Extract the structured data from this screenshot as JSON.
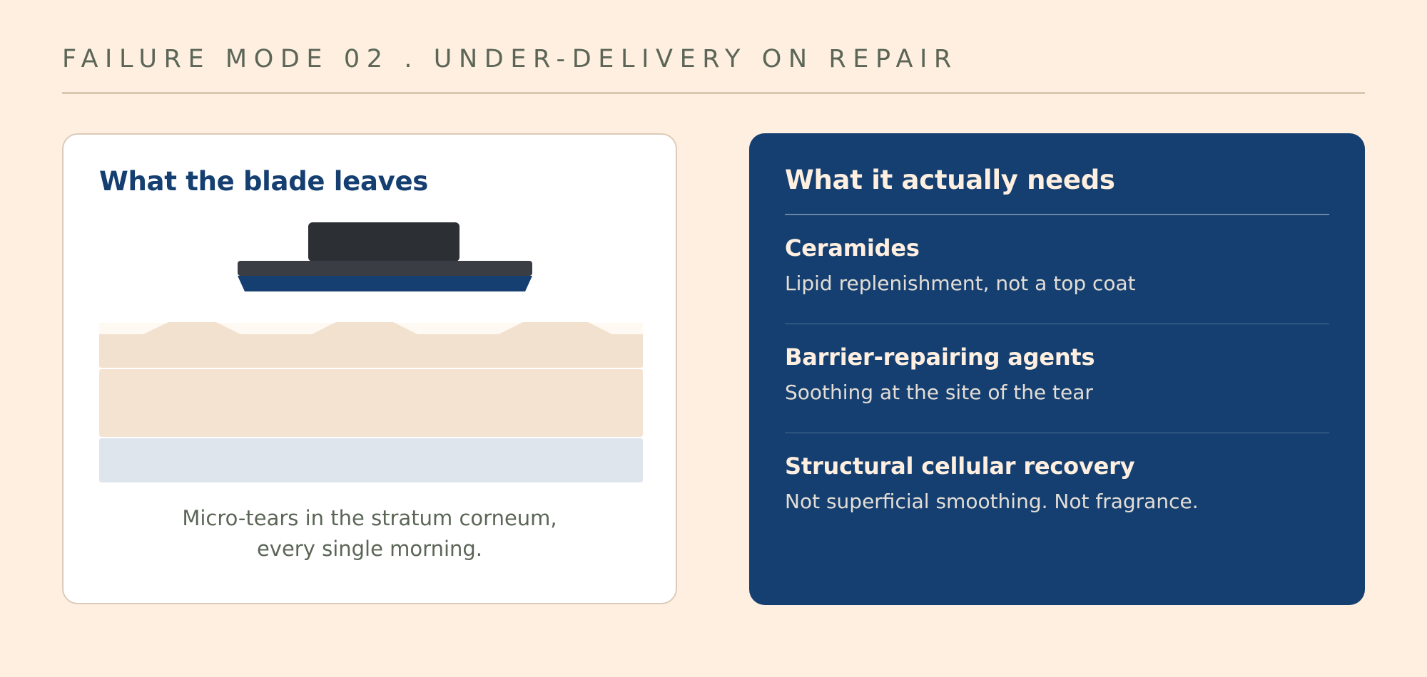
{
  "header": {
    "eyebrow": "FAILURE MODE 02 . UNDER-DELIVERY ON REPAIR"
  },
  "left_card": {
    "title": "What the blade leaves",
    "caption_lines": [
      "Micro-tears in the stratum corneum,",
      "every single morning."
    ]
  },
  "right_card": {
    "title": "What it actually needs",
    "needs": [
      {
        "name": "Ceramides",
        "description": "Lipid replenishment, not a top coat"
      },
      {
        "name": "Barrier-repairing agents",
        "description": "Soothing at the site of the tear"
      },
      {
        "name": "Structural cellular recovery",
        "description": "Not superficial smoothing. Not fragrance."
      }
    ]
  },
  "colors": {
    "background": "#FEEFE0",
    "navy": "#143F70",
    "muted_green_gray": "#5B6657",
    "razor_dark": "#2C2F34",
    "skin_top": "#F3E1CF",
    "skin_middle": "#F5E3D2",
    "skin_bottom": "#DFE5ED"
  }
}
